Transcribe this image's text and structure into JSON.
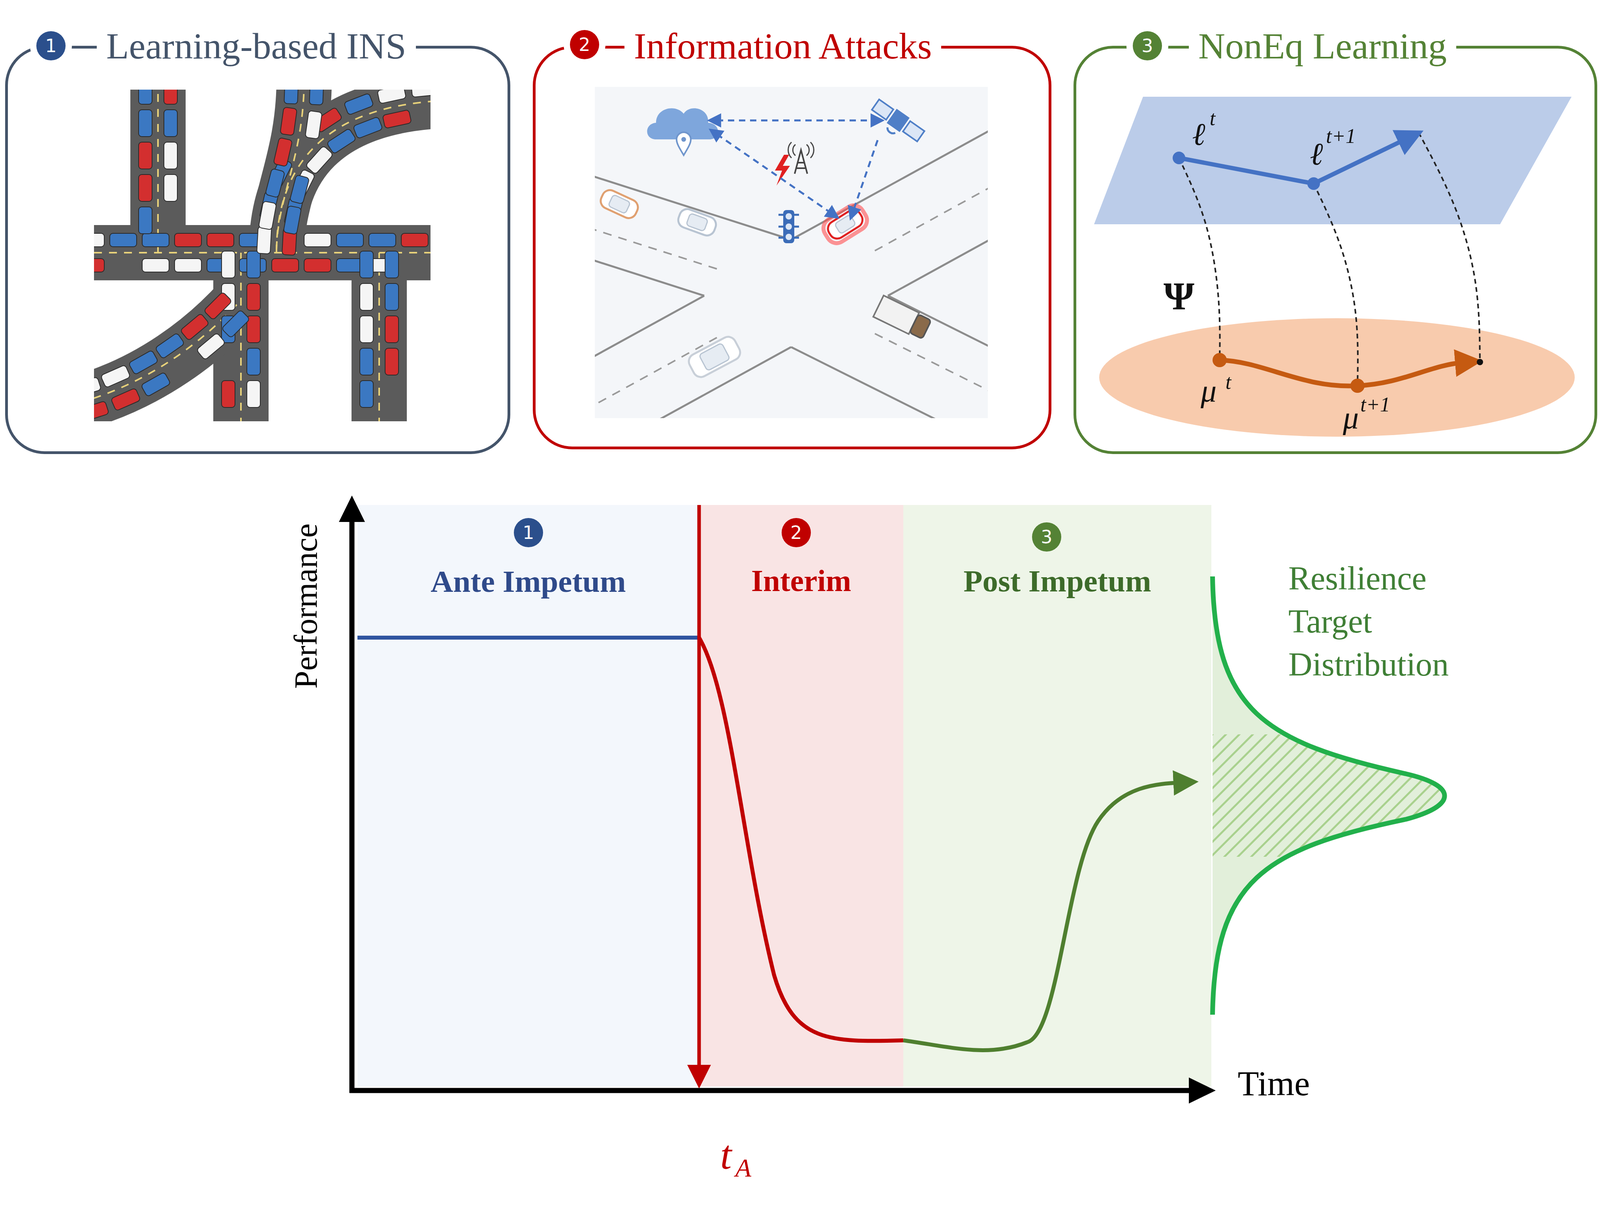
{
  "diagram": {
    "nodes": [
      {
        "text": [
          "Learning-based INS"
        ]
      },
      {
        "text": [
          "Information Attacks"
        ]
      },
      {
        "text": [
          "NonEq Learning"
        ]
      },
      {
        "text": [
          "Ante Impetum"
        ]
      },
      {
        "text": [
          "Interim"
        ]
      },
      {
        "text": [
          "Post Impetum"
        ]
      }
    ],
    "labels": [
      "1",
      "2",
      "3",
      "ℓ",
      "t",
      "ℓ",
      "t+1",
      "Ψ",
      "μ",
      "t",
      "μ",
      "t+1",
      "1",
      "2",
      "3",
      "Performance",
      "Time",
      "Resilience Target Distribution",
      "t",
      "A"
    ]
  }
}
